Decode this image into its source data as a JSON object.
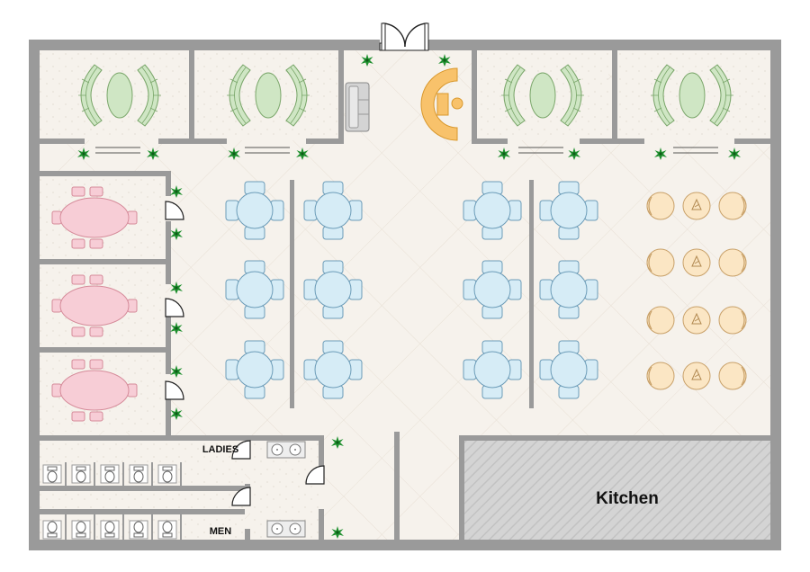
{
  "labels": {
    "ladies": "LADIES",
    "men": "MEN",
    "kitchen": "Kitchen"
  },
  "colors": {
    "wall": "#9a9a9a",
    "floor": "#f6f2ec",
    "tile_line": "#e6ded3",
    "booth_sofa": "#cfe6c4",
    "booth_stroke": "#7aa66a",
    "private_table": "#f7cdd6",
    "private_stroke": "#d58a99",
    "blue_table": "#d6ecf6",
    "blue_stroke": "#6c9cb8",
    "round_table": "#fbe6c4",
    "round_stroke": "#c8a068",
    "reception": "#f8c26b",
    "plant": "#1e8f2e",
    "kitchen_fill": "#d6d6d6"
  },
  "icons": [
    "entrance-door-icon",
    "plant-icon",
    "reception-desk-icon",
    "sofa-icon",
    "toilet-icon",
    "sink-icon",
    "door-swing-icon"
  ]
}
